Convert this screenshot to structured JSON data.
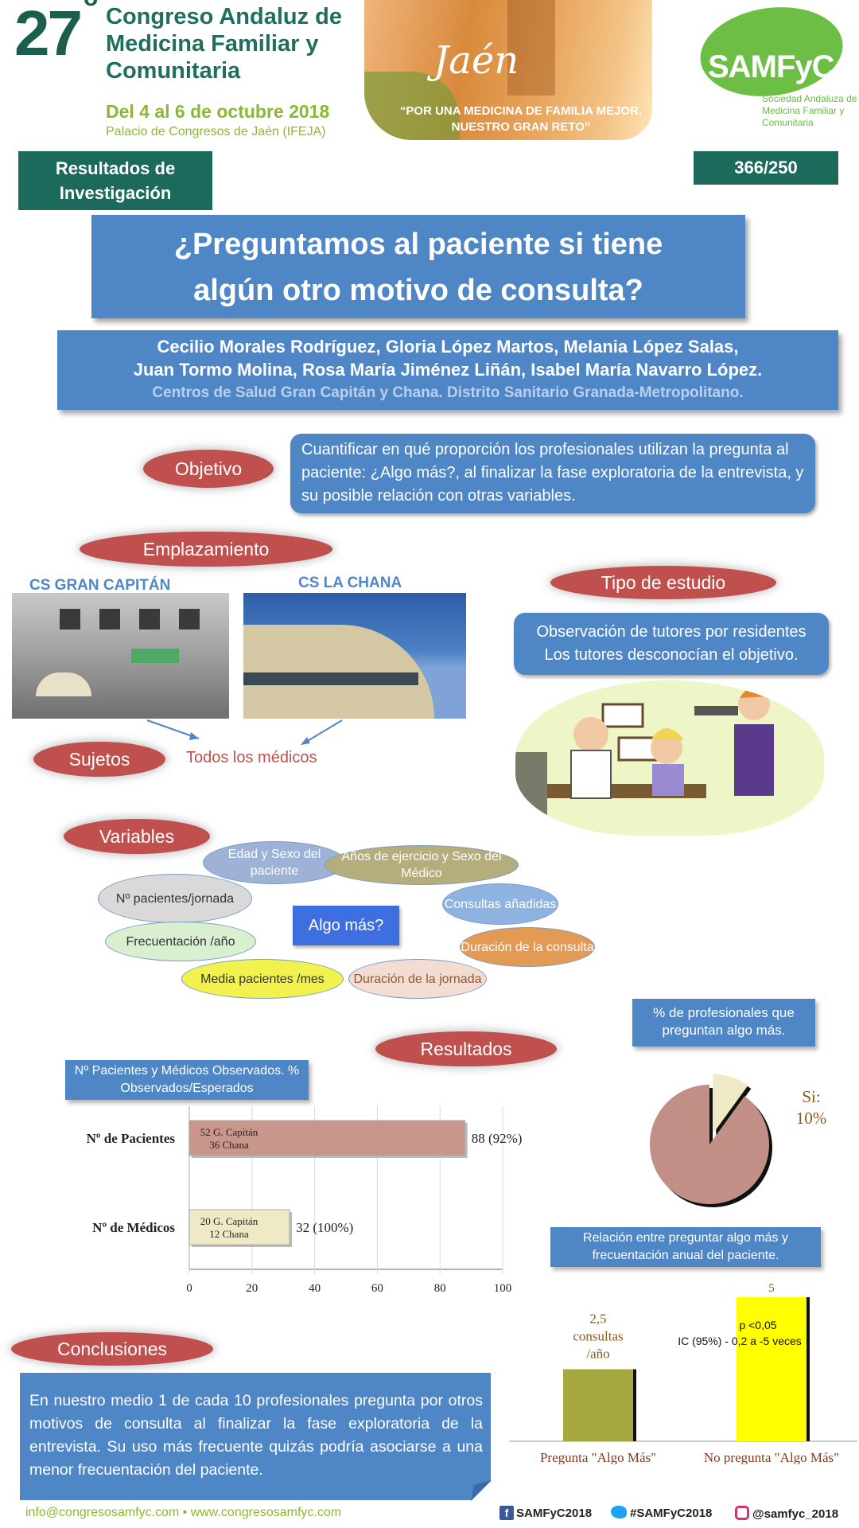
{
  "header": {
    "edition": "27",
    "edition_sup": "o",
    "congress_title": "Congreso Andaluz de Medicina Familiar y Comunitaria",
    "dates": "Del 4 al 6 de octubre 2018",
    "venue": "Palacio de Congresos de Jaén (IFEJA)",
    "city": "Jaén",
    "motto_line1": "“POR UNA MEDICINA DE FAMILIA MEJOR,",
    "motto_line2": "NUESTRO GRAN RETO”",
    "logo_text": "SAMFyC",
    "logo_sub": "Sociedad Andaluza de Medicina Familiar y Comunitaria"
  },
  "category": "Resultados de Investigación",
  "code": "366/250",
  "title_line1": "¿Preguntamos al paciente si tiene",
  "title_line2": "algún otro motivo de consulta?",
  "authors_line1": "Cecilio Morales Rodríguez, Gloria López Martos, Melania López Salas,",
  "authors_line2": "Juan Tormo Molina, Rosa María Jiménez Liñán, Isabel María Navarro López.",
  "affiliation": "Centros de Salud Gran Capitán y Chana. Distrito Sanitario Granada-Metropolitano.",
  "sections": {
    "objetivo": {
      "label": "Objetivo",
      "text": "Cuantificar en qué proporción los profesionales utilizan la pregunta al paciente: ¿Algo más?, al finalizar la fase exploratoria de la entrevista, y su posible relación con otras variables."
    },
    "emplazamiento": {
      "label": "Emplazamiento",
      "site1": "CS GRAN CAPITÁN",
      "site2": "CS LA CHANA"
    },
    "tipo": {
      "label": "Tipo de estudio",
      "text_line1": "Observación de tutores por residentes",
      "text_line2": "Los tutores desconocían el objetivo."
    },
    "sujetos": {
      "label": "Sujetos",
      "text": "Todos los médicos"
    },
    "variables": {
      "label": "Variables",
      "center": "Algo más?",
      "items": [
        {
          "text": "Edad y Sexo del paciente",
          "color": "#9db2d6"
        },
        {
          "text": "Años de ejercicio y Sexo del Médico",
          "color": "#b5ad7c"
        },
        {
          "text": "Nº pacientes/jornada",
          "color": "#d9d9d9"
        },
        {
          "text": "Consultas añadidas",
          "color": "#8fb3e0"
        },
        {
          "text": "Frecuentación /año",
          "color": "#d8efd0"
        },
        {
          "text": "Duración de la consulta",
          "color": "#e39a55"
        },
        {
          "text": "Media pacientes /mes",
          "color": "#f2f24e"
        },
        {
          "text": "Duración de la jornada",
          "color": "#f3ddd2"
        }
      ]
    },
    "resultados": {
      "label": "Resultados"
    },
    "conclusiones": {
      "label": "Conclusiones",
      "text": "En nuestro medio 1 de cada 10 profesionales pregunta por otros motivos de consulta al finalizar la fase exploratoria de la entrevista. Su uso más frecuente quizás podría asociarse a una menor frecuentación del paciente."
    }
  },
  "chart_data": [
    {
      "type": "bar",
      "orientation": "horizontal",
      "title": "Nº Pacientes y Médicos Observados. % Observados/Esperados",
      "categories": [
        "Nº de Pacientes",
        "Nº de Médicos"
      ],
      "values": [
        88,
        32
      ],
      "value_labels": [
        "88 (92%)",
        "32 (100%)"
      ],
      "bar_labels": [
        [
          "52 G. Capitán",
          "36 Chana"
        ],
        [
          "20 G. Capitán",
          "12 Chana"
        ]
      ],
      "colors": [
        "#c9968c",
        "#eeeac6"
      ],
      "xlim": [
        0,
        100
      ],
      "xticks": [
        0,
        20,
        40,
        60,
        80,
        100
      ]
    },
    {
      "type": "pie",
      "title": "% de profesionales que preguntan algo más.",
      "slices": [
        {
          "label": "Si: 10%",
          "value": 10,
          "color": "#eeeac6"
        },
        {
          "label": "",
          "value": 90,
          "color": "#c28f87"
        }
      ]
    },
    {
      "type": "bar",
      "title": "Relación entre preguntar algo más y frecuentación anual del paciente.",
      "categories": [
        "Pregunta \"Algo Más\"",
        "No pregunta \"Algo Más\""
      ],
      "values": [
        2.5,
        5
      ],
      "value_labels": [
        "2,5 consultas /año",
        "5"
      ],
      "colors": [
        "#a8a840",
        "#ffff00"
      ],
      "ylim": [
        0,
        5
      ],
      "annotation_line1": "p <0,05",
      "annotation_line2": "IC (95%) - 0,2 a -5 veces"
    }
  ],
  "footer": {
    "contact": "info@congresosamfyc.com  •  www.congresosamfyc.com",
    "facebook": "SAMFyC2018",
    "twitter": "#SAMFyC2018",
    "instagram": "@samfyc_2018"
  }
}
